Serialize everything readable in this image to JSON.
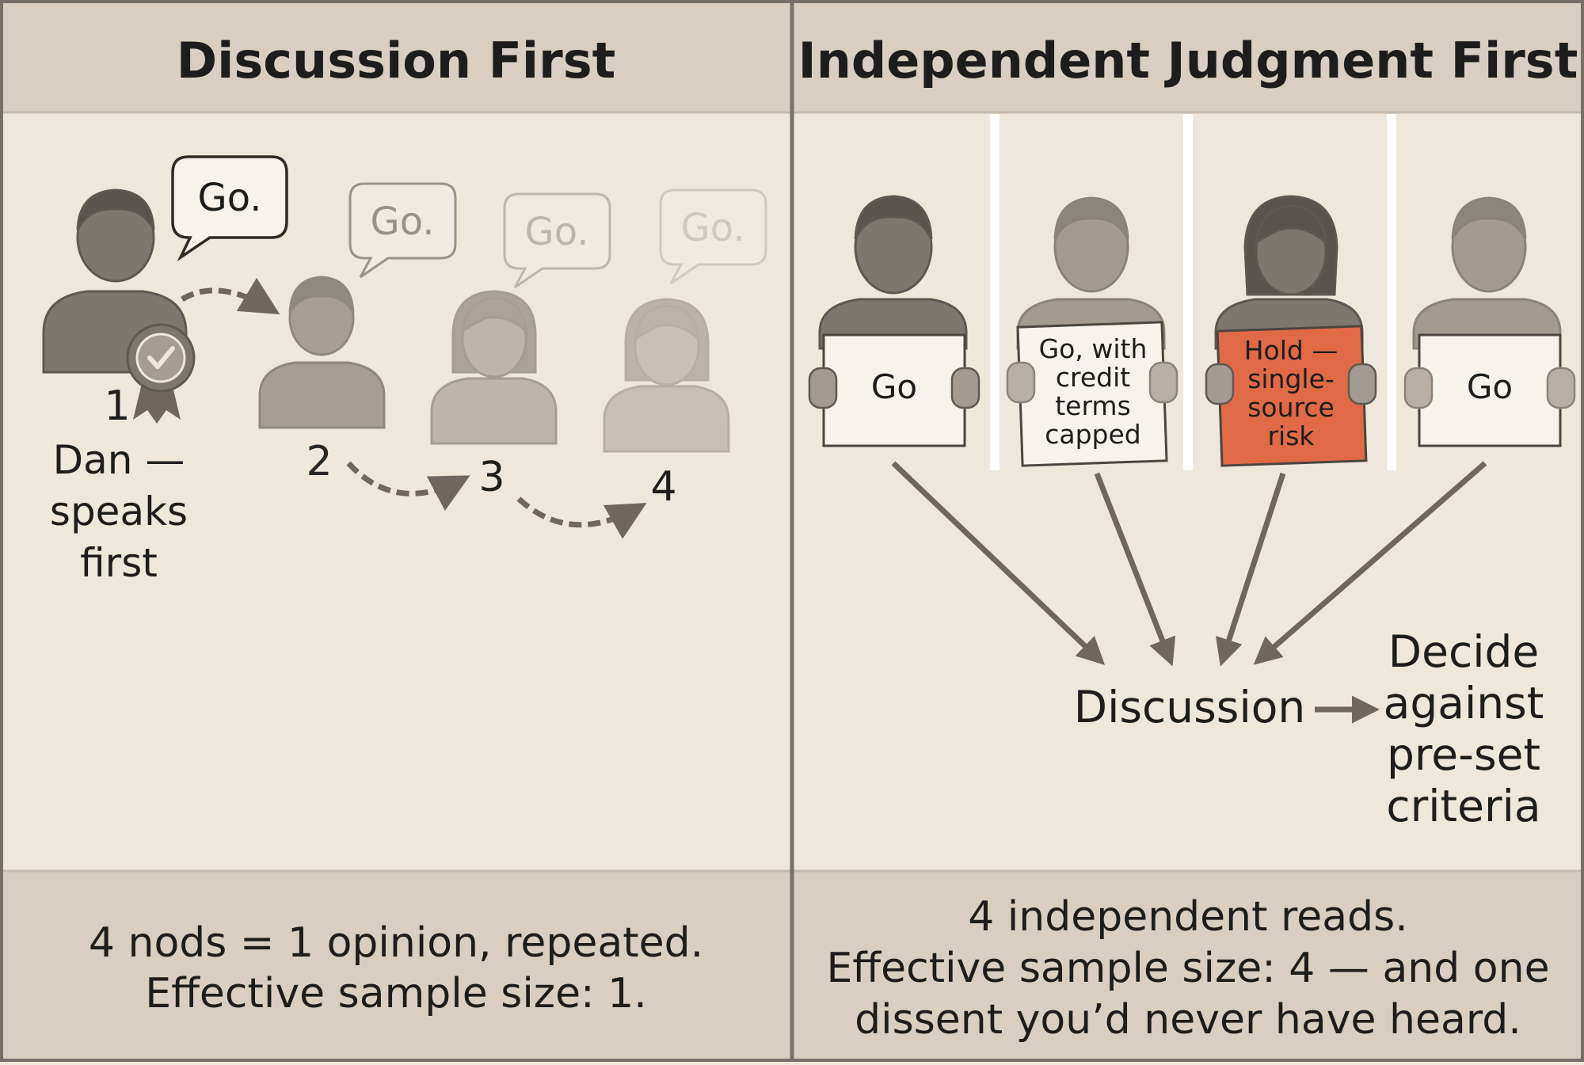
{
  "left_panel": {
    "title": "Discussion First",
    "speaker": {
      "number": "1",
      "label_lines": [
        "Dan —",
        "speaks",
        "first"
      ],
      "bubble": "Go."
    },
    "followers": [
      {
        "number": "2",
        "bubble": "Go."
      },
      {
        "number": "3",
        "bubble": "Go."
      },
      {
        "number": "4",
        "bubble": "Go."
      }
    ],
    "footer_lines": [
      "4 nods = 1 opinion, repeated.",
      "Effective sample size: 1."
    ]
  },
  "right_panel": {
    "title": "Independent Judgment First",
    "people": [
      {
        "sign_lines": [
          "Go"
        ]
      },
      {
        "sign_lines": [
          "Go, with",
          "credit",
          "terms",
          "capped"
        ]
      },
      {
        "sign_lines": [
          "Hold —",
          "single-",
          "source",
          "risk"
        ],
        "highlight": true
      },
      {
        "sign_lines": [
          "Go"
        ]
      }
    ],
    "discussion_label": "Discussion",
    "decision_lines": [
      "Decide",
      "against",
      "pre-set",
      "criteria"
    ],
    "footer_lines": [
      "4 independent reads.",
      "Effective sample size: 4 — and one",
      "dissent you’d never have heard."
    ]
  },
  "colors": {
    "background": "#eee7dc",
    "header_band": "#d8cfc2",
    "divider": "#77706a",
    "person_dark": "#7e7770",
    "person_light": "#aaa299",
    "highlight_sign": "#e06a46",
    "arrow": "#6e665f"
  }
}
